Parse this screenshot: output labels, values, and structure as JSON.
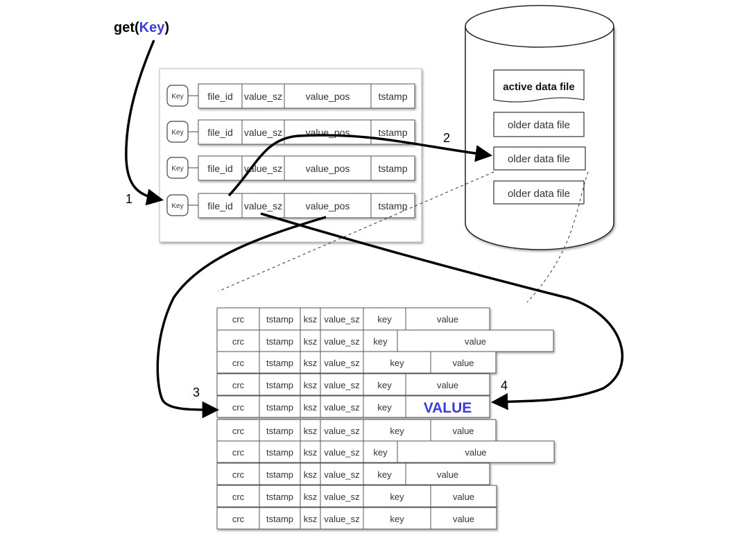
{
  "title": {
    "prefix": "get(",
    "key": "Key",
    "suffix": ")"
  },
  "keydir": {
    "key_label": "Key",
    "fields": [
      "file_id",
      "value_sz",
      "value_pos",
      "tstamp"
    ],
    "row_count": 4
  },
  "store": {
    "files": [
      "active data file",
      "older data file",
      "older data file",
      "older data file"
    ]
  },
  "data_file": {
    "fields": [
      "crc",
      "tstamp",
      "ksz",
      "value_sz",
      "key",
      "value"
    ],
    "row_count": 10,
    "highlight_row": 4,
    "highlight_value": "VALUE"
  },
  "steps": [
    "1",
    "2",
    "3",
    "4"
  ],
  "colors": {
    "accent": "#3b3bdc",
    "line": "#000000"
  }
}
